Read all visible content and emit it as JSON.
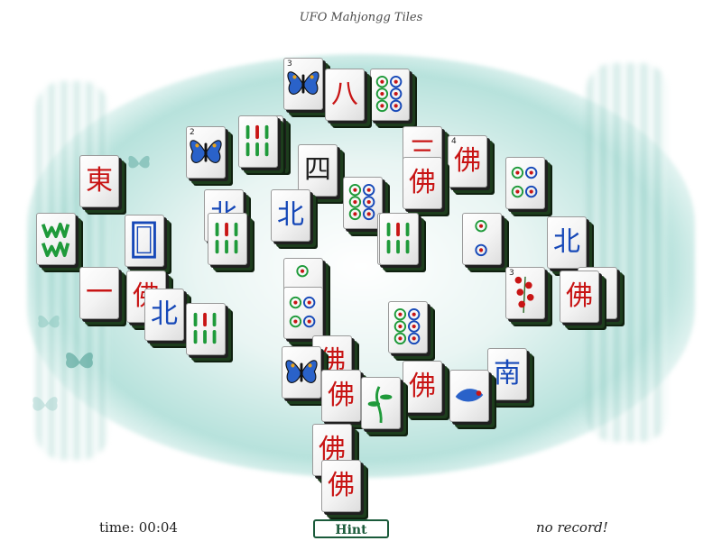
{
  "game": {
    "title": "UFO Mahjongg Tiles",
    "time_label": "time: 00:04",
    "hint_label": "Hint",
    "record_label": "no record!"
  },
  "colors": {
    "tile_face": "#f3f3f3",
    "tile_edge_dark": "#1d3d1d",
    "bamboo_green": "#1f9a3a",
    "character_red": "#c81414",
    "wind_blue": "#1648b8",
    "hint_border": "#1a5a3a"
  },
  "tiles": [
    {
      "kind": "flower-butterfly",
      "label": "",
      "num": "3"
    },
    {
      "kind": "character",
      "label": "八",
      "num": ""
    },
    {
      "kind": "dots",
      "label": "",
      "num": ""
    },
    {
      "kind": "bamboo",
      "label": "",
      "num": ""
    },
    {
      "kind": "flower-butterfly",
      "label": "",
      "num": "2"
    },
    {
      "kind": "character",
      "label": "三",
      "num": ""
    },
    {
      "kind": "character",
      "label": "佛",
      "num": ""
    },
    {
      "kind": "character",
      "label": "佛",
      "num": "4"
    },
    {
      "kind": "dragon-white",
      "label": "",
      "num": ""
    },
    {
      "kind": "character",
      "label": "東",
      "num": ""
    },
    {
      "kind": "dots",
      "label": "",
      "num": ""
    },
    {
      "kind": "wind",
      "label": "北",
      "num": ""
    },
    {
      "kind": "bamboo",
      "label": "",
      "num": ""
    },
    {
      "kind": "character",
      "label": "四",
      "num": ""
    },
    {
      "kind": "dots",
      "label": "",
      "num": ""
    },
    {
      "kind": "dragon-green",
      "label": "",
      "num": ""
    },
    {
      "kind": "wind",
      "label": "北",
      "num": ""
    },
    {
      "kind": "dragon-green",
      "label": "",
      "num": ""
    },
    {
      "kind": "dots",
      "label": "",
      "num": ""
    },
    {
      "kind": "wind",
      "label": "北",
      "num": ""
    },
    {
      "kind": "character",
      "label": "一",
      "num": ""
    },
    {
      "kind": "character",
      "label": "佛",
      "num": ""
    },
    {
      "kind": "character",
      "label": "佛",
      "num": ""
    },
    {
      "kind": "bamboo",
      "label": "",
      "num": ""
    },
    {
      "kind": "dots",
      "label": "",
      "num": ""
    },
    {
      "kind": "dots",
      "label": "",
      "num": ""
    },
    {
      "kind": "flower-red",
      "label": "",
      "num": "3"
    },
    {
      "kind": "flower-blue",
      "label": "",
      "num": ""
    },
    {
      "kind": "wind",
      "label": "北",
      "num": ""
    },
    {
      "kind": "dots",
      "label": "",
      "num": ""
    },
    {
      "kind": "flower-butterfly",
      "label": "",
      "num": ""
    },
    {
      "kind": "character",
      "label": "佛",
      "num": ""
    },
    {
      "kind": "character",
      "label": "佛",
      "num": ""
    },
    {
      "kind": "character",
      "label": "佛",
      "num": ""
    },
    {
      "kind": "character",
      "label": "佛",
      "num": ""
    },
    {
      "kind": "bamboo",
      "label": "",
      "num": ""
    },
    {
      "kind": "character",
      "label": "佛",
      "num": ""
    },
    {
      "kind": "wind",
      "label": "南",
      "num": ""
    },
    {
      "kind": "flower-bird",
      "label": "",
      "num": ""
    },
    {
      "kind": "flower-green",
      "label": "",
      "num": ""
    },
    {
      "kind": "bamboo",
      "label": "",
      "num": ""
    }
  ]
}
